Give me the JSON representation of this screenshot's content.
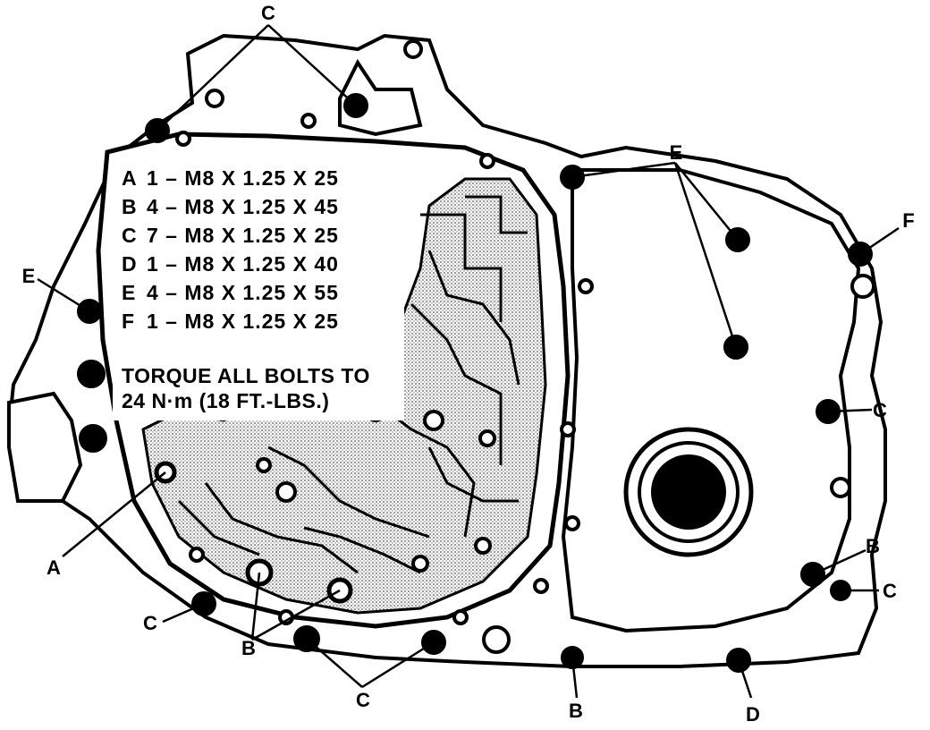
{
  "legend": {
    "items": [
      {
        "letter": "A",
        "text": "1 – M8 X 1.25 X 25"
      },
      {
        "letter": "B",
        "text": "4 – M8 X 1.25 X 45"
      },
      {
        "letter": "C",
        "text": "7 – M8 X 1.25 X 25"
      },
      {
        "letter": "D",
        "text": "1 – M8 X 1.25 X 40"
      },
      {
        "letter": "E",
        "text": "4 – M8 X 1.25 X 55"
      },
      {
        "letter": "F",
        "text": "1 – M8 X 1.25 X 25"
      }
    ],
    "torque_line1": "TORQUE ALL BOLTS TO",
    "torque_line2": "24 N·m (18 FT.-LBS.)"
  },
  "callouts": {
    "c_top": "C",
    "e_top": "E",
    "f_right": "F",
    "e_left": "E",
    "c_right_mid": "C",
    "b_right": "B",
    "c_right_low": "C",
    "a_left": "A",
    "c_left_low": "C",
    "b_low_left": "B",
    "c_bottom": "C",
    "b_bottom": "B",
    "d_bottom": "D"
  },
  "colors": {
    "ink": "#000000",
    "paper": "#ffffff",
    "stipple": "#9a9a9a"
  }
}
